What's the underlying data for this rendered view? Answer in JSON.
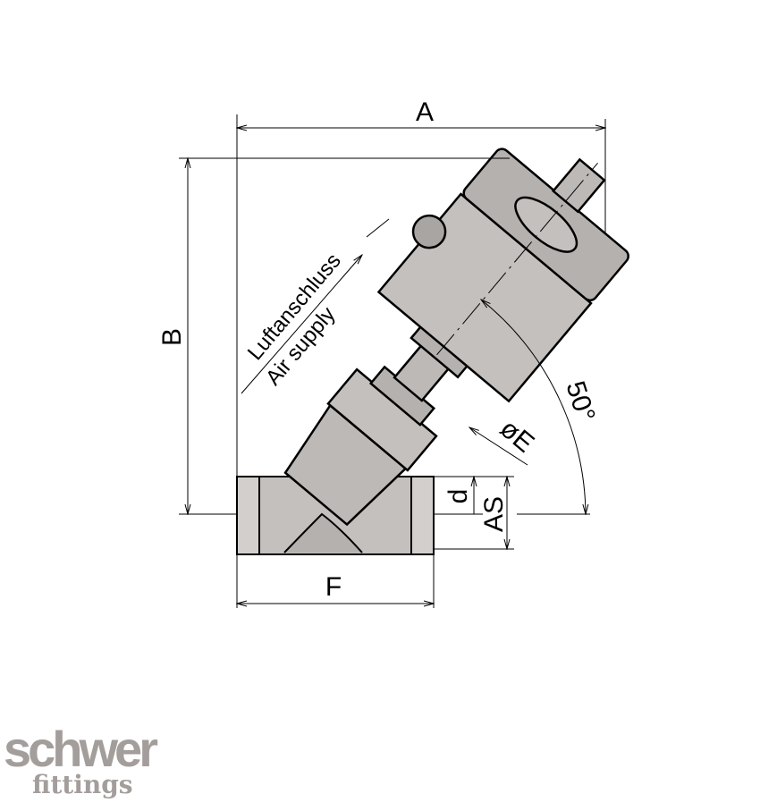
{
  "dimensions": {
    "A": "A",
    "B": "B",
    "F": "F",
    "d": "d",
    "AS": "AS",
    "E": "øE",
    "angle": "50°"
  },
  "air_port": {
    "label_de": "Luftanschluss",
    "label_en": "Air supply"
  },
  "logo": {
    "line1": "schwer",
    "line2": "fittings"
  },
  "colors": {
    "body": "#c4c0bd",
    "shade": "#a9a5a2",
    "line": "#000000",
    "logo": "#a39e9b"
  }
}
